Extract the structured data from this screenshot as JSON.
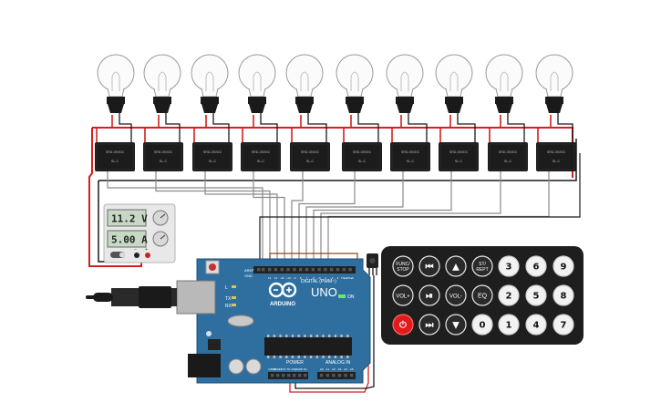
{
  "bulbs": {
    "count": 10
  },
  "relays": {
    "count": 10,
    "label_line1": "SRD-05VDC",
    "label_line2": "SL-C"
  },
  "power_supply": {
    "voltage": "11.2 V",
    "current": "5.00 A",
    "minus": "−",
    "plus": "+"
  },
  "arduino": {
    "logo": "ARDUINO",
    "model": "UNO",
    "digital_label": "DIGITAL (PWM~)",
    "power_label": "POWER",
    "analog_label": "ANALOG IN",
    "on_label": "ON",
    "tx_label": "TX",
    "rx_label": "RX",
    "l_label": "L",
    "aref": "AREF",
    "gnd": "GND",
    "digital_pins": [
      "13",
      "12",
      "~11",
      "~10",
      "~9",
      "8",
      "7",
      "~6",
      "~5",
      "4",
      "~3",
      "2",
      "TX▸1",
      "RX◂0"
    ],
    "power_pins": [
      "IOREF",
      "RESET",
      "3.3V",
      "5V",
      "GND",
      "GND",
      "Vin"
    ],
    "analog_pins": [
      "A0",
      "A1",
      "A2",
      "A3",
      "A4",
      "A5"
    ]
  },
  "remote": {
    "buttons": [
      {
        "label": "FUNC/ STOP",
        "kind": "func"
      },
      {
        "label": "⏮",
        "kind": "icon"
      },
      {
        "label": "▲",
        "kind": "icon"
      },
      {
        "label": "ST/ REPT",
        "kind": "text"
      },
      {
        "label": "3",
        "kind": "num"
      },
      {
        "label": "6",
        "kind": "num"
      },
      {
        "label": "9",
        "kind": "num"
      },
      {
        "label": "VOL+",
        "kind": "text"
      },
      {
        "label": "⏯",
        "kind": "icon"
      },
      {
        "label": "VOL-",
        "kind": "text"
      },
      {
        "label": "EQ",
        "kind": "text"
      },
      {
        "label": "2",
        "kind": "num"
      },
      {
        "label": "5",
        "kind": "num"
      },
      {
        "label": "8",
        "kind": "num"
      },
      {
        "label": "⏻",
        "kind": "power"
      },
      {
        "label": "⏭",
        "kind": "icon"
      },
      {
        "label": "▼",
        "kind": "icon"
      },
      {
        "label": "0",
        "kind": "num"
      },
      {
        "label": "1",
        "kind": "num"
      },
      {
        "label": "4",
        "kind": "num"
      },
      {
        "label": "7",
        "kind": "num"
      }
    ]
  },
  "colors": {
    "wire_red": "#d32020",
    "wire_black": "#1a1a1a",
    "wire_gray": "#8a8a8a",
    "wire_brown": "#8b4a1c",
    "board": "#2f6f9f",
    "remote": "#1e1e1e"
  }
}
